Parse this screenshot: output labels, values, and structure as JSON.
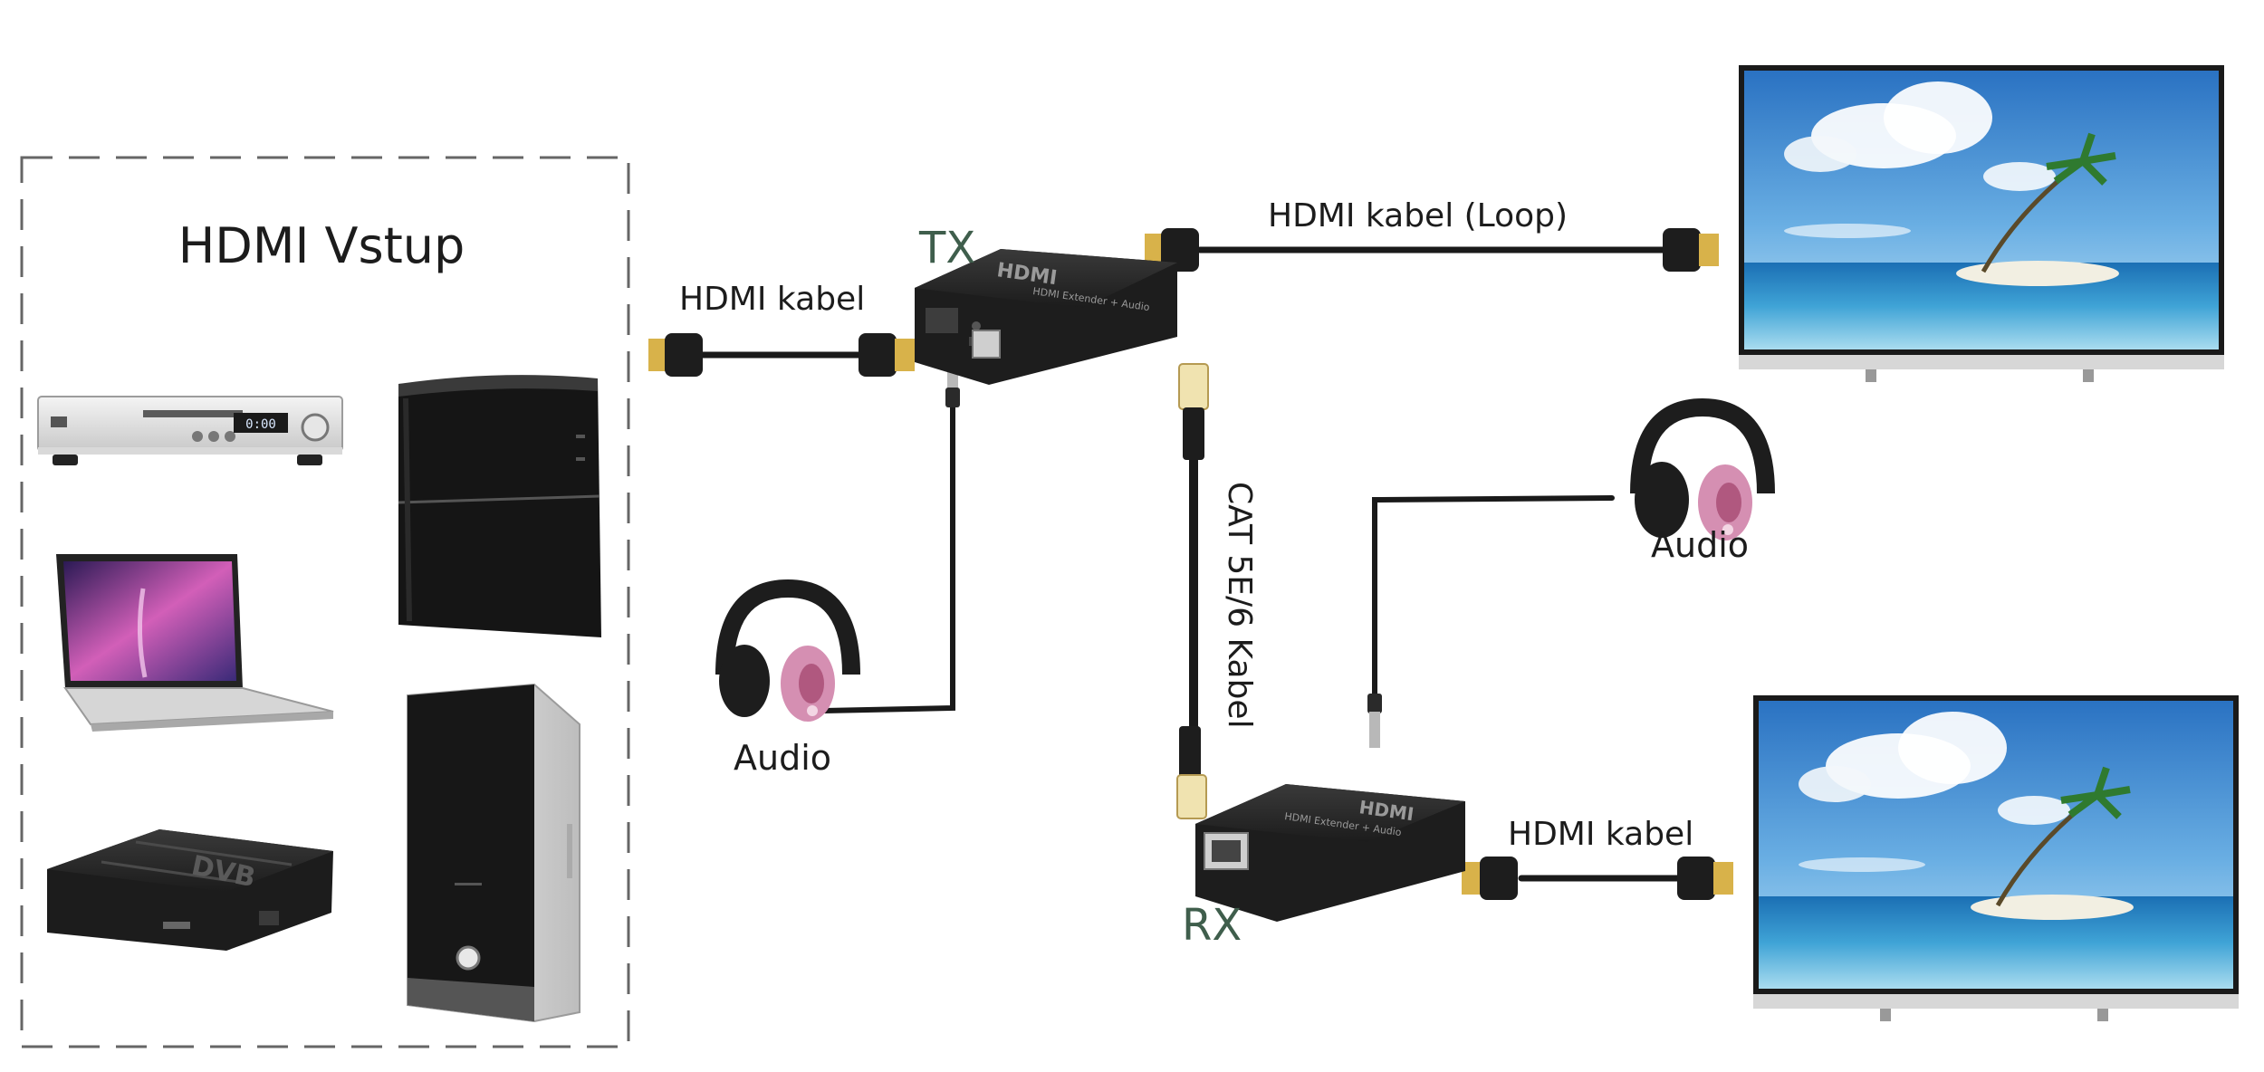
{
  "input_box": {
    "title": "HDMI Vstup"
  },
  "transmitter": {
    "label": "TX",
    "brand": "HDMI",
    "model_text": "HDMI Extender + Audio"
  },
  "receiver": {
    "label": "RX",
    "brand": "HDMI",
    "model_text": "HDMI Extender + Audio"
  },
  "cables": {
    "input_hdmi": "HDMI kabel",
    "loop_hdmi": "HDMI kabel (Loop)",
    "network": "CAT 5E/6 Kabel",
    "output_hdmi": "HDMI kabel"
  },
  "audio": {
    "tx_label": "Audio",
    "rx_label": "Audio"
  },
  "devices": {
    "dvd_player": {
      "display": "0:00",
      "icon": "dvd-player-icon"
    },
    "game_console": {
      "icon": "game-console-icon"
    },
    "laptop": {
      "icon": "laptop-icon"
    },
    "set_top_box": {
      "brand": "DVB",
      "icon": "set-top-box-icon"
    },
    "desktop_pc": {
      "icon": "desktop-pc-icon"
    }
  },
  "colors": {
    "device_black": "#1d1d1d",
    "cable": "#1a1a1a",
    "connector_gold": "#d8b24a",
    "label_green": "#3f5e4c",
    "dash_border": "#666666",
    "headphone_pink": "#d58fb2",
    "sea_blue": "#1b82c4",
    "sky_blue": "#2f7fc9"
  }
}
